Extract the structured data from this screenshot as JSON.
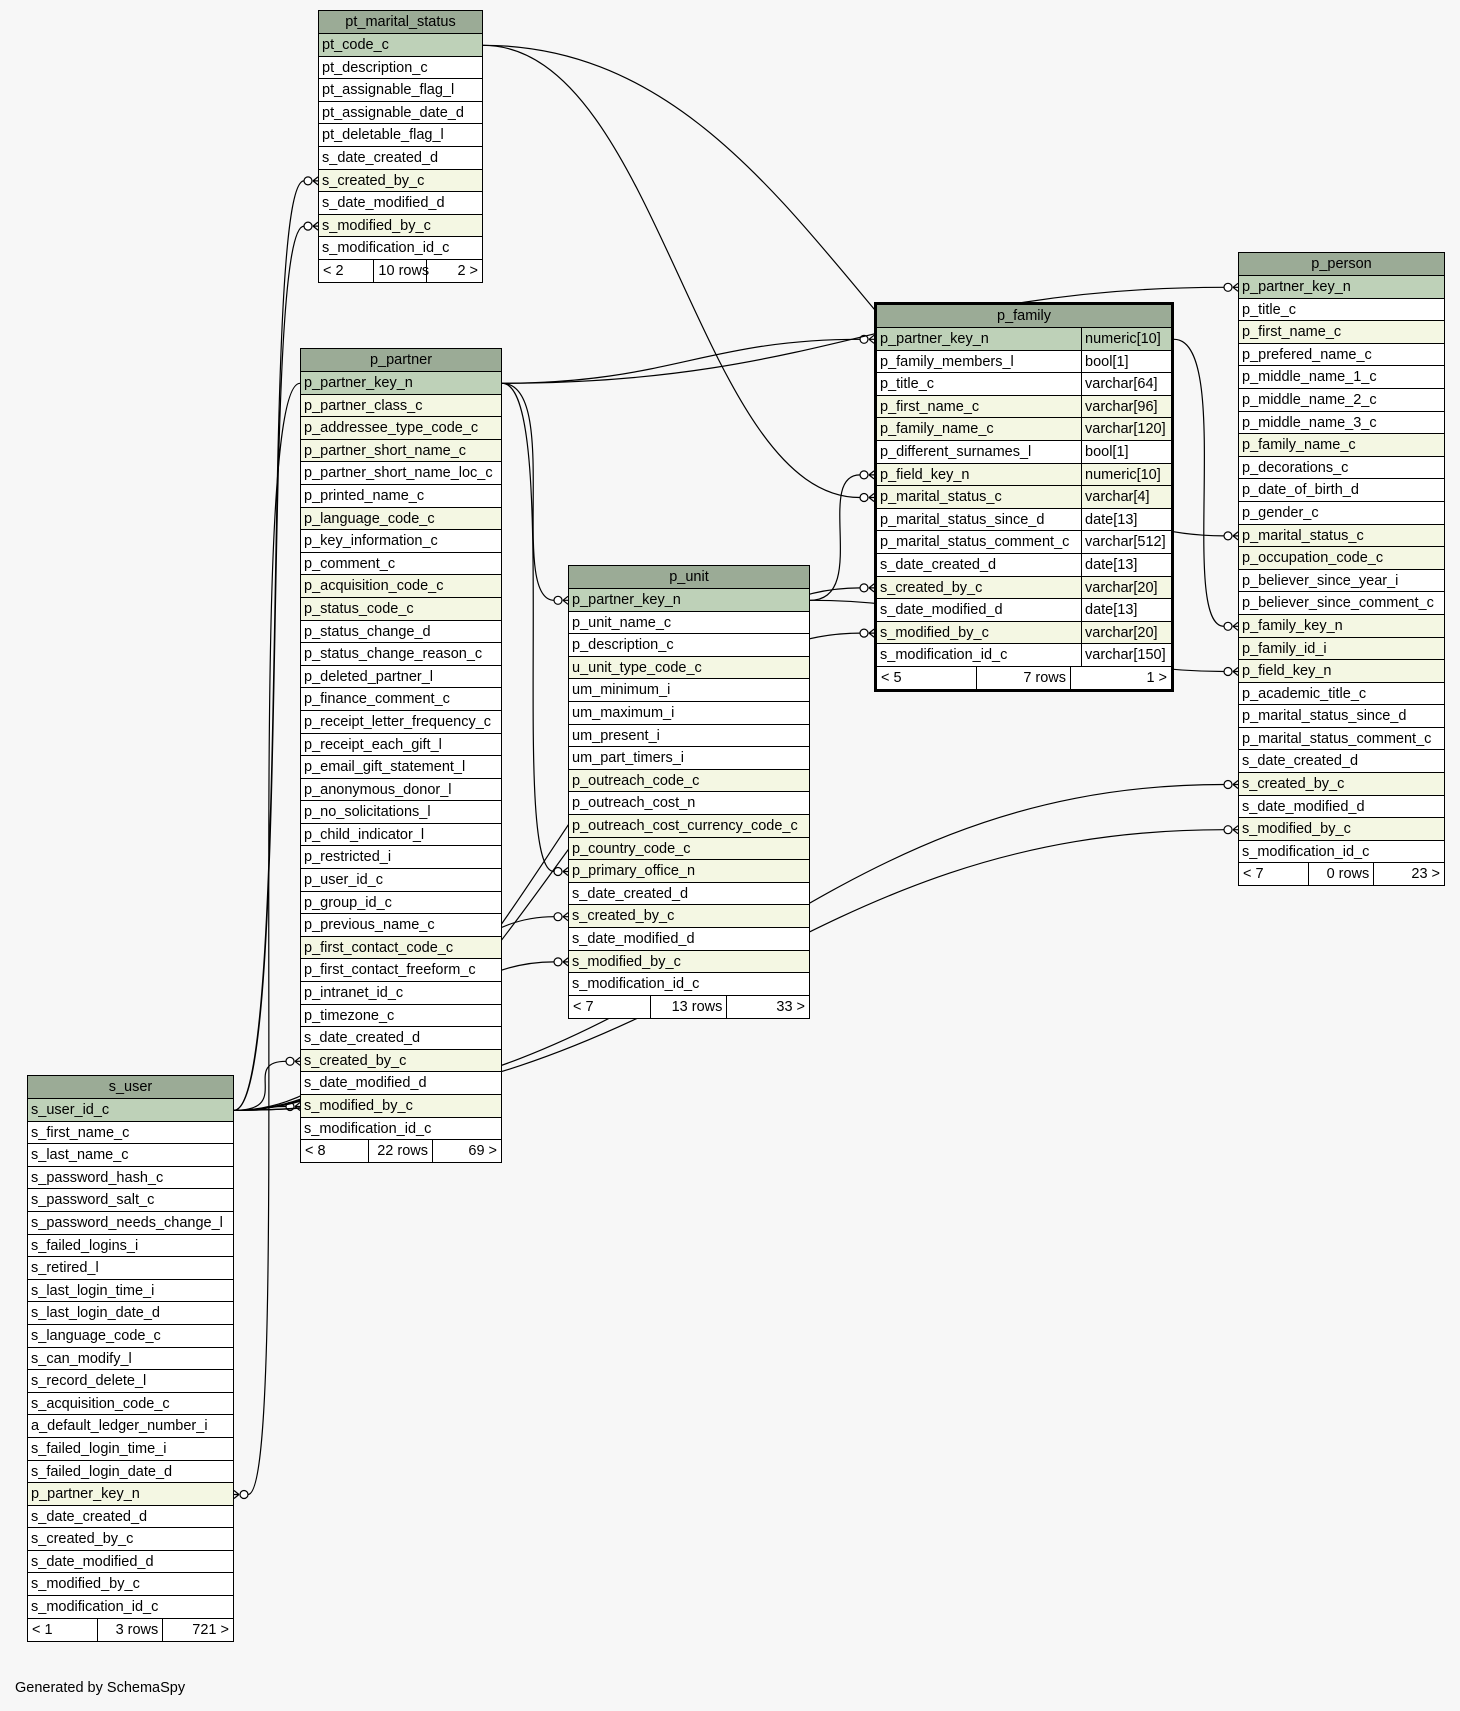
{
  "footer": "Generated by SchemaSpy",
  "tables": [
    {
      "id": "pt_marital_status",
      "name": "pt_marital_status",
      "focus": false,
      "columns": [
        {
          "name": "pt_code_c",
          "kind": "pk"
        },
        {
          "name": "pt_description_c",
          "kind": ""
        },
        {
          "name": "pt_assignable_flag_l",
          "kind": ""
        },
        {
          "name": "pt_assignable_date_d",
          "kind": ""
        },
        {
          "name": "pt_deletable_flag_l",
          "kind": ""
        },
        {
          "name": "s_date_created_d",
          "kind": ""
        },
        {
          "name": "s_created_by_c",
          "kind": "fk"
        },
        {
          "name": "s_date_modified_d",
          "kind": ""
        },
        {
          "name": "s_modified_by_c",
          "kind": "fk"
        },
        {
          "name": "s_modification_id_c",
          "kind": ""
        }
      ],
      "footer": {
        "parents": "< 2",
        "rows": "10 rows",
        "children": "2 >"
      }
    },
    {
      "id": "p_partner",
      "name": "p_partner",
      "focus": false,
      "columns": [
        {
          "name": "p_partner_key_n",
          "kind": "pk"
        },
        {
          "name": "p_partner_class_c",
          "kind": "fk"
        },
        {
          "name": "p_addressee_type_code_c",
          "kind": "fk"
        },
        {
          "name": "p_partner_short_name_c",
          "kind": "fk"
        },
        {
          "name": "p_partner_short_name_loc_c",
          "kind": ""
        },
        {
          "name": "p_printed_name_c",
          "kind": ""
        },
        {
          "name": "p_language_code_c",
          "kind": "fk"
        },
        {
          "name": "p_key_information_c",
          "kind": ""
        },
        {
          "name": "p_comment_c",
          "kind": ""
        },
        {
          "name": "p_acquisition_code_c",
          "kind": "fk"
        },
        {
          "name": "p_status_code_c",
          "kind": "fk"
        },
        {
          "name": "p_status_change_d",
          "kind": ""
        },
        {
          "name": "p_status_change_reason_c",
          "kind": ""
        },
        {
          "name": "p_deleted_partner_l",
          "kind": ""
        },
        {
          "name": "p_finance_comment_c",
          "kind": ""
        },
        {
          "name": "p_receipt_letter_frequency_c",
          "kind": ""
        },
        {
          "name": "p_receipt_each_gift_l",
          "kind": ""
        },
        {
          "name": "p_email_gift_statement_l",
          "kind": ""
        },
        {
          "name": "p_anonymous_donor_l",
          "kind": ""
        },
        {
          "name": "p_no_solicitations_l",
          "kind": ""
        },
        {
          "name": "p_child_indicator_l",
          "kind": ""
        },
        {
          "name": "p_restricted_i",
          "kind": ""
        },
        {
          "name": "p_user_id_c",
          "kind": ""
        },
        {
          "name": "p_group_id_c",
          "kind": ""
        },
        {
          "name": "p_previous_name_c",
          "kind": ""
        },
        {
          "name": "p_first_contact_code_c",
          "kind": "fk"
        },
        {
          "name": "p_first_contact_freeform_c",
          "kind": ""
        },
        {
          "name": "p_intranet_id_c",
          "kind": ""
        },
        {
          "name": "p_timezone_c",
          "kind": ""
        },
        {
          "name": "s_date_created_d",
          "kind": ""
        },
        {
          "name": "s_created_by_c",
          "kind": "fk"
        },
        {
          "name": "s_date_modified_d",
          "kind": ""
        },
        {
          "name": "s_modified_by_c",
          "kind": "fk"
        },
        {
          "name": "s_modification_id_c",
          "kind": ""
        }
      ],
      "footer": {
        "parents": "< 8",
        "rows": "22 rows",
        "children": "69 >"
      }
    },
    {
      "id": "p_unit",
      "name": "p_unit",
      "focus": false,
      "columns": [
        {
          "name": "p_partner_key_n",
          "kind": "pk"
        },
        {
          "name": "p_unit_name_c",
          "kind": ""
        },
        {
          "name": "p_description_c",
          "kind": ""
        },
        {
          "name": "u_unit_type_code_c",
          "kind": "fk"
        },
        {
          "name": "um_minimum_i",
          "kind": ""
        },
        {
          "name": "um_maximum_i",
          "kind": ""
        },
        {
          "name": "um_present_i",
          "kind": ""
        },
        {
          "name": "um_part_timers_i",
          "kind": ""
        },
        {
          "name": "p_outreach_code_c",
          "kind": "fk"
        },
        {
          "name": "p_outreach_cost_n",
          "kind": ""
        },
        {
          "name": "p_outreach_cost_currency_code_c",
          "kind": "fk"
        },
        {
          "name": "p_country_code_c",
          "kind": "fk"
        },
        {
          "name": "p_primary_office_n",
          "kind": "fk"
        },
        {
          "name": "s_date_created_d",
          "kind": ""
        },
        {
          "name": "s_created_by_c",
          "kind": "fk"
        },
        {
          "name": "s_date_modified_d",
          "kind": ""
        },
        {
          "name": "s_modified_by_c",
          "kind": "fk"
        },
        {
          "name": "s_modification_id_c",
          "kind": ""
        }
      ],
      "footer": {
        "parents": "< 7",
        "rows": "13 rows",
        "children": "33 >"
      }
    },
    {
      "id": "p_family",
      "name": "p_family",
      "focus": true,
      "columns": [
        {
          "name": "p_partner_key_n",
          "type": "numeric[10]",
          "kind": "pk"
        },
        {
          "name": "p_family_members_l",
          "type": "bool[1]",
          "kind": ""
        },
        {
          "name": "p_title_c",
          "type": "varchar[64]",
          "kind": ""
        },
        {
          "name": "p_first_name_c",
          "type": "varchar[96]",
          "kind": "fk"
        },
        {
          "name": "p_family_name_c",
          "type": "varchar[120]",
          "kind": "fk"
        },
        {
          "name": "p_different_surnames_l",
          "type": "bool[1]",
          "kind": ""
        },
        {
          "name": "p_field_key_n",
          "type": "numeric[10]",
          "kind": "fk"
        },
        {
          "name": "p_marital_status_c",
          "type": "varchar[4]",
          "kind": "fk"
        },
        {
          "name": "p_marital_status_since_d",
          "type": "date[13]",
          "kind": ""
        },
        {
          "name": "p_marital_status_comment_c",
          "type": "varchar[512]",
          "kind": ""
        },
        {
          "name": "s_date_created_d",
          "type": "date[13]",
          "kind": ""
        },
        {
          "name": "s_created_by_c",
          "type": "varchar[20]",
          "kind": "fk"
        },
        {
          "name": "s_date_modified_d",
          "type": "date[13]",
          "kind": ""
        },
        {
          "name": "s_modified_by_c",
          "type": "varchar[20]",
          "kind": "fk"
        },
        {
          "name": "s_modification_id_c",
          "type": "varchar[150]",
          "kind": ""
        }
      ],
      "footer": {
        "parents": "< 5",
        "rows": "7 rows",
        "children": "1 >"
      }
    },
    {
      "id": "p_person",
      "name": "p_person",
      "focus": false,
      "columns": [
        {
          "name": "p_partner_key_n",
          "kind": "pk"
        },
        {
          "name": "p_title_c",
          "kind": ""
        },
        {
          "name": "p_first_name_c",
          "kind": "fk"
        },
        {
          "name": "p_prefered_name_c",
          "kind": ""
        },
        {
          "name": "p_middle_name_1_c",
          "kind": ""
        },
        {
          "name": "p_middle_name_2_c",
          "kind": ""
        },
        {
          "name": "p_middle_name_3_c",
          "kind": ""
        },
        {
          "name": "p_family_name_c",
          "kind": "fk"
        },
        {
          "name": "p_decorations_c",
          "kind": ""
        },
        {
          "name": "p_date_of_birth_d",
          "kind": ""
        },
        {
          "name": "p_gender_c",
          "kind": ""
        },
        {
          "name": "p_marital_status_c",
          "kind": "fk"
        },
        {
          "name": "p_occupation_code_c",
          "kind": "fk"
        },
        {
          "name": "p_believer_since_year_i",
          "kind": ""
        },
        {
          "name": "p_believer_since_comment_c",
          "kind": ""
        },
        {
          "name": "p_family_key_n",
          "kind": "fk"
        },
        {
          "name": "p_family_id_i",
          "kind": "fk"
        },
        {
          "name": "p_field_key_n",
          "kind": "fk"
        },
        {
          "name": "p_academic_title_c",
          "kind": ""
        },
        {
          "name": "p_marital_status_since_d",
          "kind": ""
        },
        {
          "name": "p_marital_status_comment_c",
          "kind": ""
        },
        {
          "name": "s_date_created_d",
          "kind": ""
        },
        {
          "name": "s_created_by_c",
          "kind": "fk"
        },
        {
          "name": "s_date_modified_d",
          "kind": ""
        },
        {
          "name": "s_modified_by_c",
          "kind": "fk"
        },
        {
          "name": "s_modification_id_c",
          "kind": ""
        }
      ],
      "footer": {
        "parents": "< 7",
        "rows": "0 rows",
        "children": "23 >"
      }
    },
    {
      "id": "s_user",
      "name": "s_user",
      "focus": false,
      "columns": [
        {
          "name": "s_user_id_c",
          "kind": "pk"
        },
        {
          "name": "s_first_name_c",
          "kind": ""
        },
        {
          "name": "s_last_name_c",
          "kind": ""
        },
        {
          "name": "s_password_hash_c",
          "kind": ""
        },
        {
          "name": "s_password_salt_c",
          "kind": ""
        },
        {
          "name": "s_password_needs_change_l",
          "kind": ""
        },
        {
          "name": "s_failed_logins_i",
          "kind": ""
        },
        {
          "name": "s_retired_l",
          "kind": ""
        },
        {
          "name": "s_last_login_time_i",
          "kind": ""
        },
        {
          "name": "s_last_login_date_d",
          "kind": ""
        },
        {
          "name": "s_language_code_c",
          "kind": ""
        },
        {
          "name": "s_can_modify_l",
          "kind": ""
        },
        {
          "name": "s_record_delete_l",
          "kind": ""
        },
        {
          "name": "s_acquisition_code_c",
          "kind": ""
        },
        {
          "name": "a_default_ledger_number_i",
          "kind": ""
        },
        {
          "name": "s_failed_login_time_i",
          "kind": ""
        },
        {
          "name": "s_failed_login_date_d",
          "kind": ""
        },
        {
          "name": "p_partner_key_n",
          "kind": "fk"
        },
        {
          "name": "s_date_created_d",
          "kind": ""
        },
        {
          "name": "s_created_by_c",
          "kind": ""
        },
        {
          "name": "s_date_modified_d",
          "kind": ""
        },
        {
          "name": "s_modified_by_c",
          "kind": ""
        },
        {
          "name": "s_modification_id_c",
          "kind": ""
        }
      ],
      "footer": {
        "parents": "< 1",
        "rows": "3 rows",
        "children": "721 >"
      }
    }
  ],
  "relationships": [
    {
      "from": "s_user.s_user_id_c",
      "to": "pt_marital_status.s_created_by_c"
    },
    {
      "from": "s_user.s_user_id_c",
      "to": "pt_marital_status.s_modified_by_c"
    },
    {
      "from": "s_user.s_user_id_c",
      "to": "p_partner.s_created_by_c"
    },
    {
      "from": "s_user.s_user_id_c",
      "to": "p_partner.s_modified_by_c"
    },
    {
      "from": "s_user.s_user_id_c",
      "to": "p_unit.s_created_by_c"
    },
    {
      "from": "s_user.s_user_id_c",
      "to": "p_unit.s_modified_by_c"
    },
    {
      "from": "s_user.s_user_id_c",
      "to": "p_family.s_created_by_c"
    },
    {
      "from": "s_user.s_user_id_c",
      "to": "p_family.s_modified_by_c"
    },
    {
      "from": "s_user.s_user_id_c",
      "to": "p_person.s_created_by_c"
    },
    {
      "from": "s_user.s_user_id_c",
      "to": "p_person.s_modified_by_c"
    },
    {
      "from": "p_partner.p_partner_key_n",
      "to": "p_unit.p_partner_key_n"
    },
    {
      "from": "p_partner.p_partner_key_n",
      "to": "p_unit.p_primary_office_n"
    },
    {
      "from": "p_partner.p_partner_key_n",
      "to": "p_family.p_partner_key_n"
    },
    {
      "from": "p_partner.p_partner_key_n",
      "to": "p_person.p_partner_key_n"
    },
    {
      "from": "p_partner.p_partner_key_n",
      "to": "s_user.p_partner_key_n"
    },
    {
      "from": "p_unit.p_partner_key_n",
      "to": "p_family.p_field_key_n"
    },
    {
      "from": "p_unit.p_partner_key_n",
      "to": "p_person.p_field_key_n"
    },
    {
      "from": "pt_marital_status.pt_code_c",
      "to": "p_family.p_marital_status_c"
    },
    {
      "from": "pt_marital_status.pt_code_c",
      "to": "p_person.p_marital_status_c"
    },
    {
      "from": "p_family.p_partner_key_n",
      "to": "p_person.p_family_key_n"
    }
  ]
}
